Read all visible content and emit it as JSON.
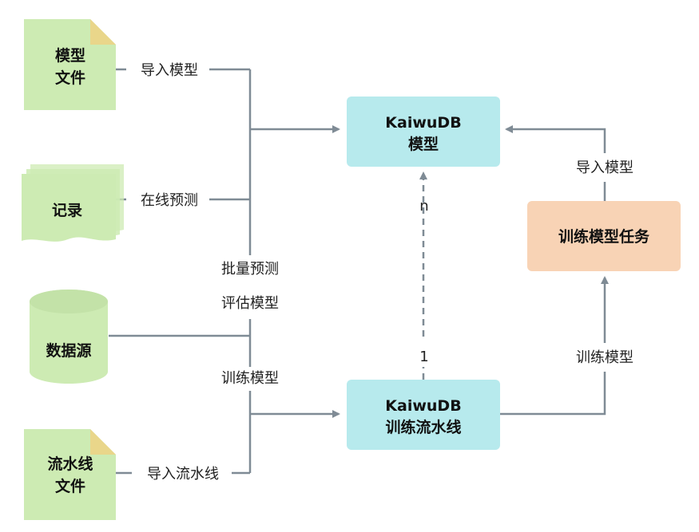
{
  "nodes": {
    "model_file": {
      "lines": [
        "模型",
        "文件"
      ],
      "color": "#cdebb3",
      "fold_color": "#e9d68a"
    },
    "record": {
      "label": "记录",
      "color": "#cdebb3"
    },
    "data_source": {
      "label": "数据源",
      "color": "#cdebb3"
    },
    "pipeline_file": {
      "lines": [
        "流水线",
        "文件"
      ],
      "color": "#cdebb3",
      "fold_color": "#e9d68a"
    },
    "kaiwudb_model": {
      "lines": [
        "KaiwuDB",
        "模型"
      ],
      "color": "#b7eaed"
    },
    "kaiwudb_pipeline": {
      "lines": [
        "KaiwuDB",
        "训练流水线"
      ],
      "color": "#b7eaed"
    },
    "train_task": {
      "label": "训练模型任务",
      "color": "#f8d3b5"
    }
  },
  "edges": {
    "import_model_left": "导入模型",
    "online_predict": "在线预测",
    "batch_predict": "批量预测",
    "evaluate_model": "评估模型",
    "train_model_left": "训练模型",
    "import_pipeline": "导入流水线",
    "import_model_right": "导入模型",
    "train_model_right": "训练模型",
    "multiplicity_n": "n",
    "multiplicity_1": "1"
  },
  "colors": {
    "line": "#7f8b95"
  }
}
